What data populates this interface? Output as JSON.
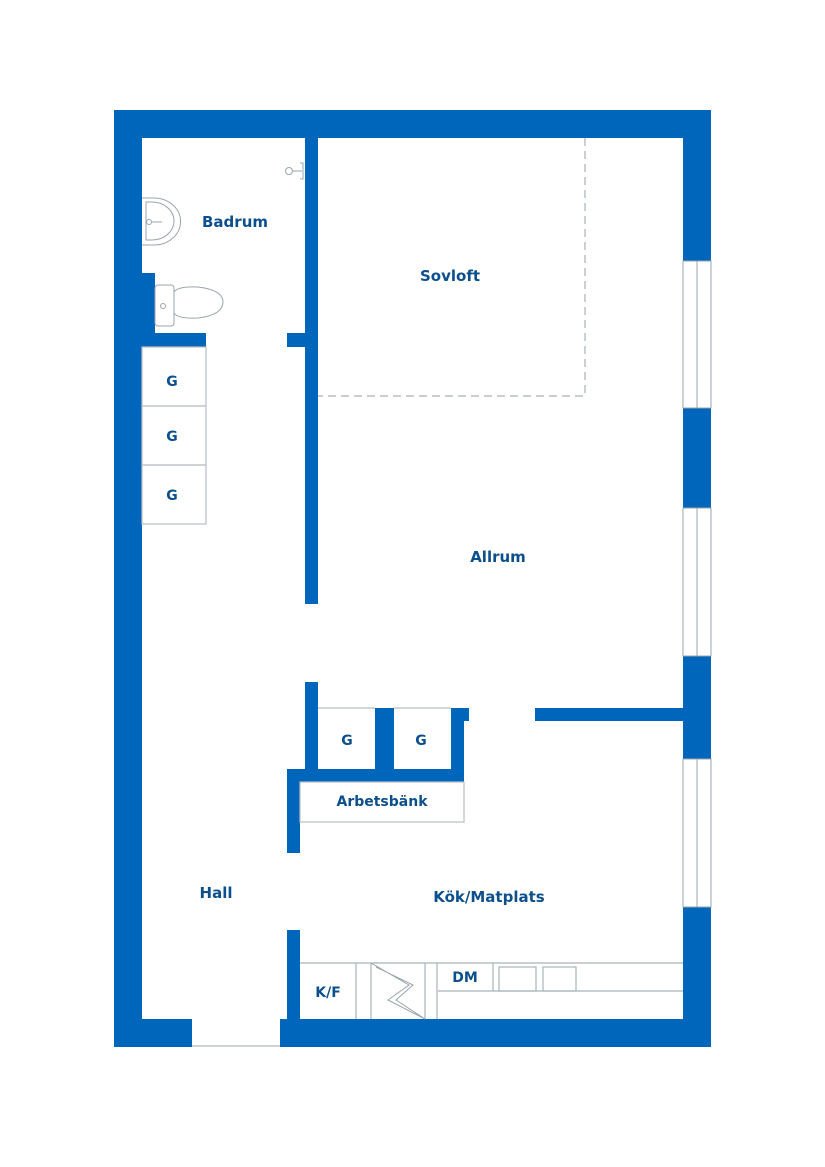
{
  "colors": {
    "wall": "#0066BB",
    "label": "#0B4F8C",
    "fixture_line": "#9aa5ad",
    "background": "#ffffff"
  },
  "rooms": {
    "badrum": "Badrum",
    "sovloft": "Sovloft",
    "allrum": "Allrum",
    "hall": "Hall",
    "kok_matplats": "Kök/Matplats"
  },
  "closets": {
    "hall_1": "G",
    "hall_2": "G",
    "hall_3": "G",
    "center_1": "G",
    "center_2": "G"
  },
  "fixtures": {
    "workbench": "Arbetsbänk",
    "fridge_freezer": "K/F",
    "dishwasher": "DM",
    "stove_icon": "stove-icon",
    "sink_icon": "sink-icon",
    "toilet_icon": "toilet-icon",
    "shower_icon": "shower-icon"
  }
}
